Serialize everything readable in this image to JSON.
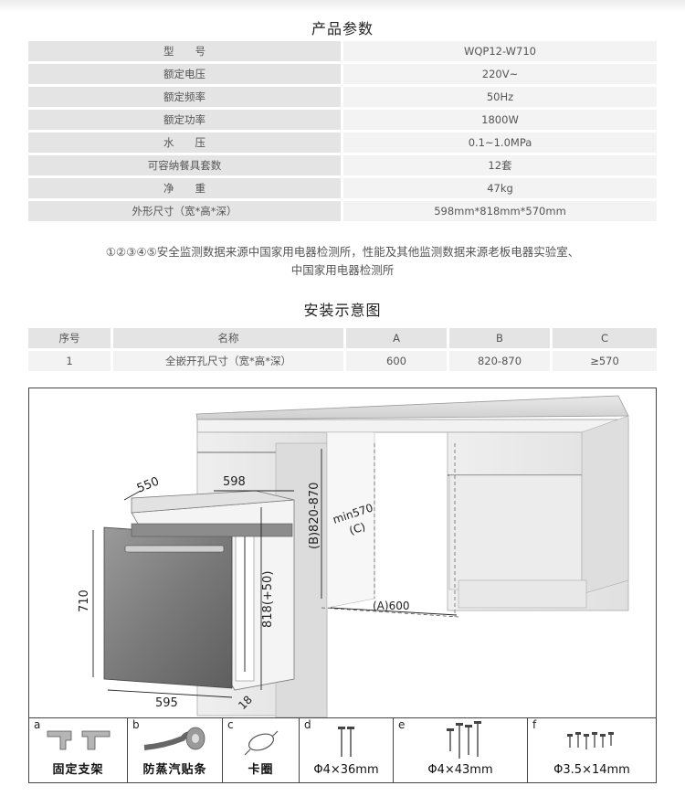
{
  "params_title": "产品参数",
  "params": [
    {
      "key": "型　　号",
      "value": "WQP12-W710"
    },
    {
      "key": "额定电压",
      "value": "220V~"
    },
    {
      "key": "额定频率",
      "value": "50Hz"
    },
    {
      "key": "额定功率",
      "value": "1800W"
    },
    {
      "key": "水　　压",
      "value": "0.1~1.0MPa"
    },
    {
      "key": "可容纳餐具套数",
      "value": "12套"
    },
    {
      "key": "净　　重",
      "value": "47kg"
    },
    {
      "key": "外形尺寸（宽*高*深）",
      "value": "598mm*818mm*570mm"
    }
  ],
  "note_line1": "①②③④⑤安全监测数据来源中国家用电器检测所，性能及其他监测数据来源老板电器实验室、",
  "note_line2": "中国家用电器检测所",
  "install_title": "安装示意图",
  "install_table": {
    "headers": [
      "序号",
      "名称",
      "A",
      "B",
      "C"
    ],
    "row": [
      "1",
      "全嵌开孔尺寸（宽*高*深）",
      "600",
      "820-870",
      "≥570"
    ]
  },
  "diagram_labels": {
    "depth": "550",
    "width_top": "598",
    "height_bc": "(B)820-870",
    "min_depth": "min570",
    "min_depth_c": "(C)",
    "width_a": "(A)600",
    "height_710": "710",
    "height_818": "818(+50)",
    "width_bottom": "595",
    "door_18": "18"
  },
  "parts": [
    {
      "letter": "a",
      "label": "固定支架",
      "icon": "bracket-icon"
    },
    {
      "letter": "b",
      "label": "防蒸汽贴条",
      "icon": "tape-roll-icon"
    },
    {
      "letter": "c",
      "label": "卡圈",
      "icon": "clip-ring-icon"
    },
    {
      "letter": "d",
      "label": "Φ4×36mm",
      "icon": "screw-icon"
    },
    {
      "letter": "e",
      "label": "Φ4×43mm",
      "icon": "screw-icon"
    },
    {
      "letter": "f",
      "label": "Φ3.5×14mm",
      "icon": "small-screw-icon"
    }
  ]
}
